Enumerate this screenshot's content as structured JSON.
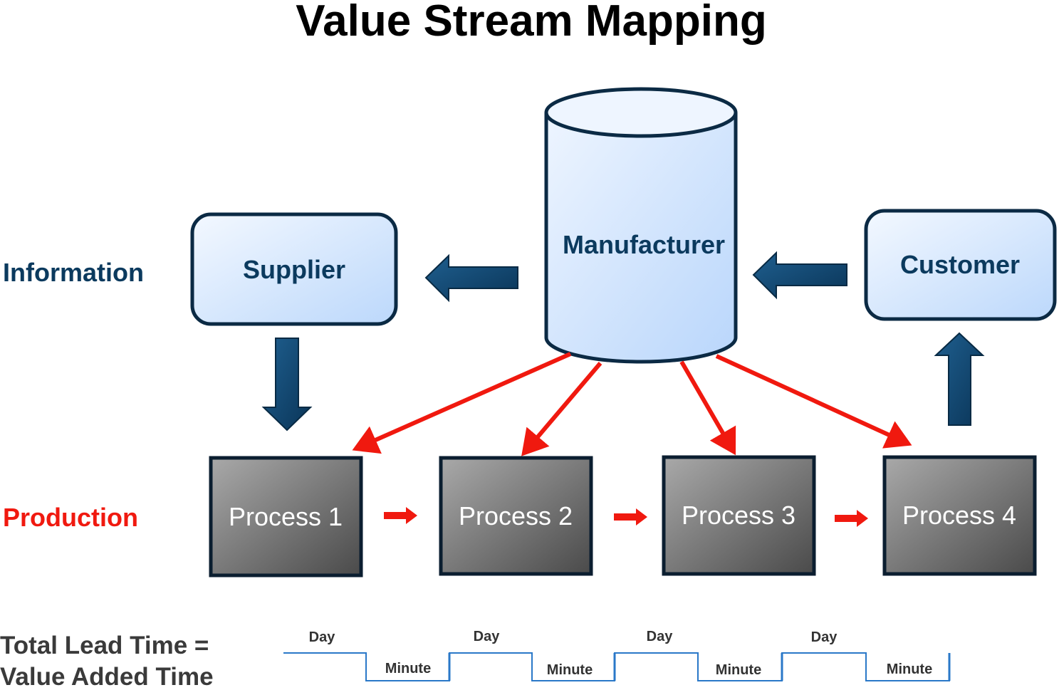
{
  "title": "Value Stream Mapping",
  "rows": {
    "information": "Information",
    "production": "Production"
  },
  "nodes": {
    "supplier": "Supplier",
    "manufacturer": "Manufacturer",
    "customer": "Customer"
  },
  "processes": [
    "Process 1",
    "Process 2",
    "Process 3",
    "Process 4"
  ],
  "timeline": {
    "lead_line1": "Total Lead Time =",
    "lead_line2": "Value Added Time",
    "segments": [
      {
        "day": "Day",
        "minute": "Minute"
      },
      {
        "day": "Day",
        "minute": "Minute"
      },
      {
        "day": "Day",
        "minute": "Minute"
      },
      {
        "day": "Day",
        "minute": "Minute"
      }
    ]
  },
  "colors": {
    "information": "#0b3a5e",
    "production": "#f0190f",
    "info_arrow": "#0b3a5e",
    "production_arrow": "#f0190f",
    "node_fill": "#cfe3fb",
    "process_fill": "#6e6e6e",
    "timeline_line": "#2a78c8"
  }
}
